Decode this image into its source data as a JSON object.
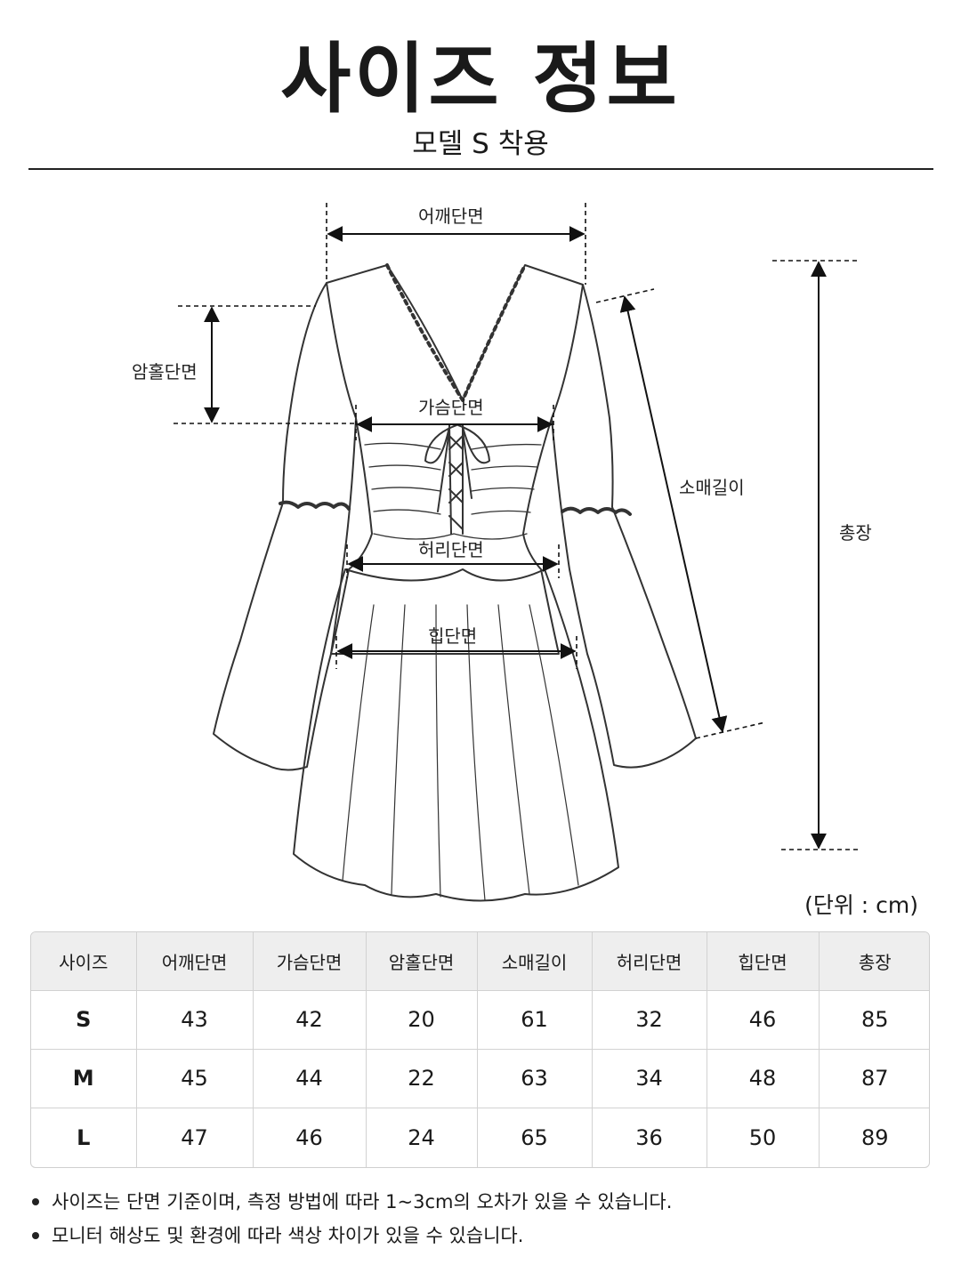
{
  "header": {
    "title": "사이즈 정보",
    "subtitle": "모델 S 착용"
  },
  "diagram": {
    "labels": {
      "shoulder": "어깨단면",
      "armhole": "암홀단면",
      "chest": "가슴단면",
      "sleeve": "소매길이",
      "total": "총장",
      "waist": "허리단면",
      "hip": "힙단면"
    }
  },
  "unit": "(단위 : cm)",
  "table": {
    "headers": [
      "사이즈",
      "어깨단면",
      "가슴단면",
      "암홀단면",
      "소매길이",
      "허리단면",
      "힙단면",
      "총장"
    ],
    "rows": [
      [
        "S",
        "43",
        "42",
        "20",
        "61",
        "32",
        "46",
        "85"
      ],
      [
        "M",
        "45",
        "44",
        "22",
        "63",
        "34",
        "48",
        "87"
      ],
      [
        "L",
        "47",
        "46",
        "24",
        "65",
        "36",
        "50",
        "89"
      ]
    ]
  },
  "notes": [
    "사이즈는 단면 기준이며, 측정 방법에 따라 1~3cm의 오차가 있을 수 있습니다.",
    "모니터 해상도 및 환경에 따라 색상 차이가 있을 수 있습니다."
  ]
}
